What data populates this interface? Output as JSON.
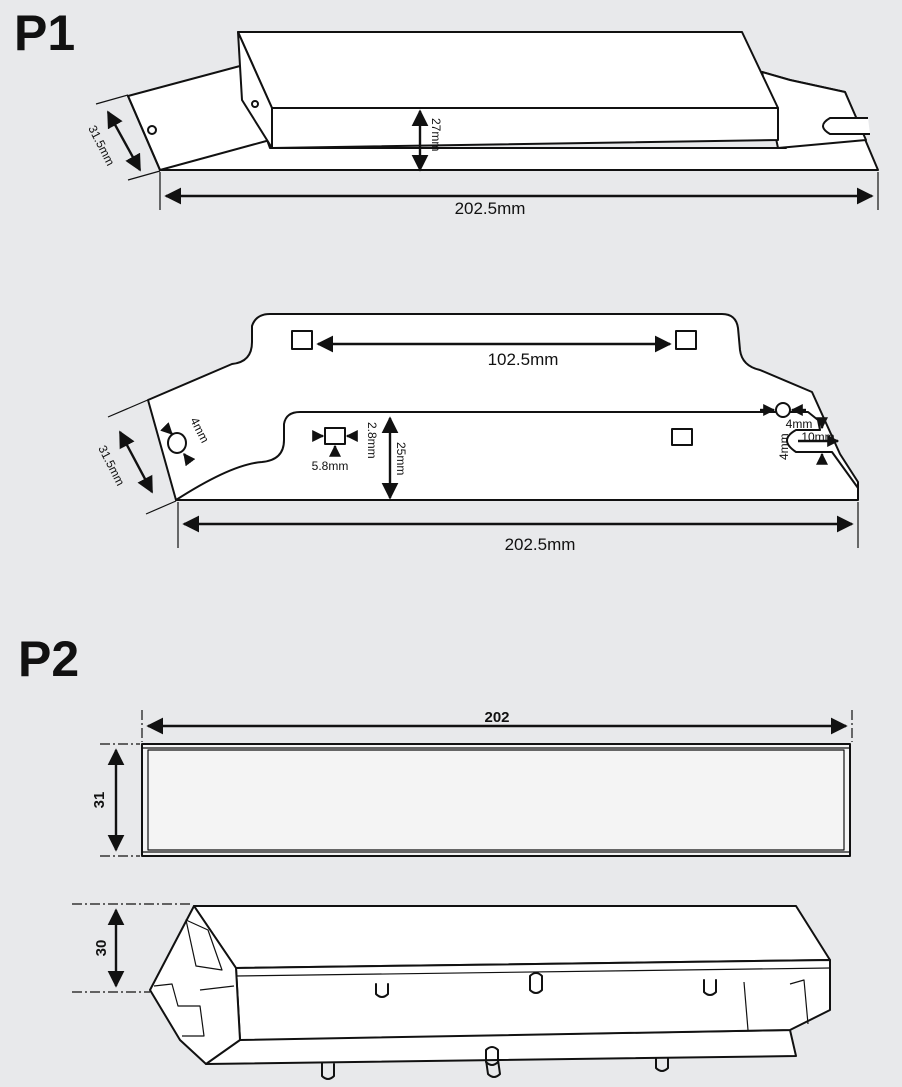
{
  "p1": {
    "title": "P1",
    "top_view": {
      "height": "27mm",
      "width": "31.5mm",
      "length": "202.5mm"
    },
    "bottom_view": {
      "hole_spacing": "102.5mm",
      "width": "31.5mm",
      "length": "202.5mm",
      "hole_dia": "4mm",
      "slot_height": "2.8mm",
      "slot_width": "5.8mm",
      "rail_height": "25mm",
      "end_hole": "4mm",
      "end_slot_width": "4mm",
      "end_slot_length": "10mm"
    }
  },
  "p2": {
    "title": "P2",
    "top_view": {
      "length": "202",
      "width": "31"
    },
    "side_view": {
      "height": "30"
    }
  }
}
